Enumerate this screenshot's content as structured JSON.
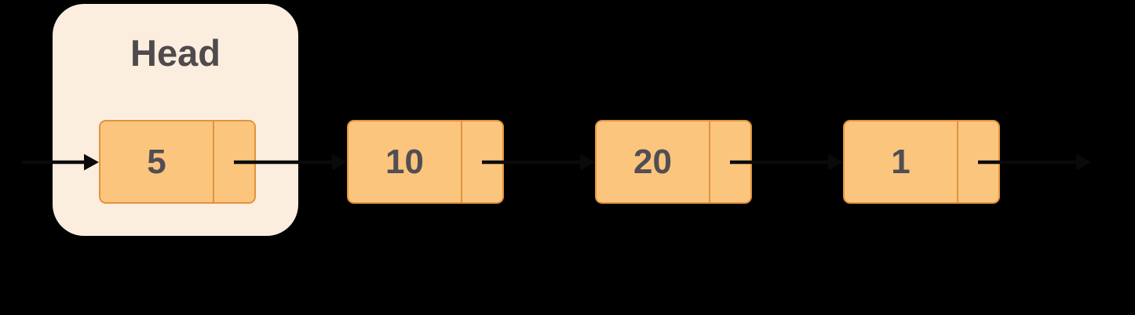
{
  "diagram": {
    "kind": "singly-linked-list",
    "head": {
      "label": "Head"
    },
    "nodes": [
      {
        "value": "5"
      },
      {
        "value": "10"
      },
      {
        "value": "20"
      },
      {
        "value": "1"
      }
    ]
  },
  "colors": {
    "background": "#000000",
    "head_box_fill": "#FCEEDE",
    "node_fill": "#FBC57E",
    "node_border": "#E0943E",
    "label_text": "#4F4A4D",
    "value_text": "#524E52",
    "arrow": "#0A0A0A"
  }
}
